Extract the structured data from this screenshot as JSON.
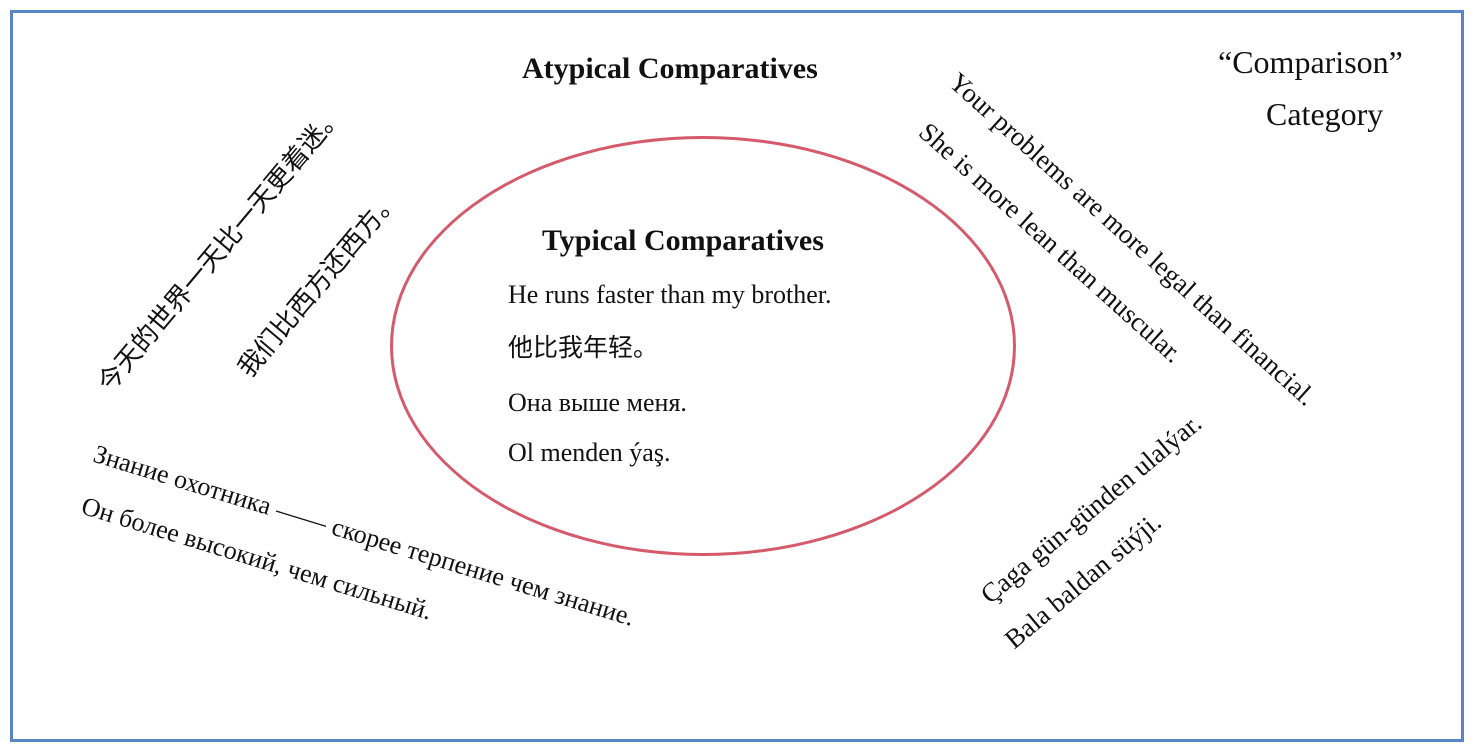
{
  "category": {
    "line1": "“Comparison”",
    "line2": "Category"
  },
  "atypical": {
    "title": "Atypical Comparatives",
    "chinese": [
      "今天的世界一天比一天更着迷。",
      "我们比西方还西方。"
    ],
    "english": [
      "Your problems are more legal than financial.",
      "She is more lean than muscular."
    ],
    "russian": [
      "Знание охотника —— скорее терпение чем знание.",
      "Он более высокий, чем сильный."
    ],
    "turkmen": [
      "Çaga gün-günden ulalýar.",
      "Bala baldan süýji."
    ]
  },
  "typical": {
    "title": "Typical Comparatives",
    "examples": [
      "He runs faster than my brother.",
      "他比我年轻。",
      "Она выше меня.",
      "Ol menden ýaş."
    ]
  },
  "colors": {
    "frame": "#5b86c6",
    "ellipse": "#d45a6c"
  }
}
